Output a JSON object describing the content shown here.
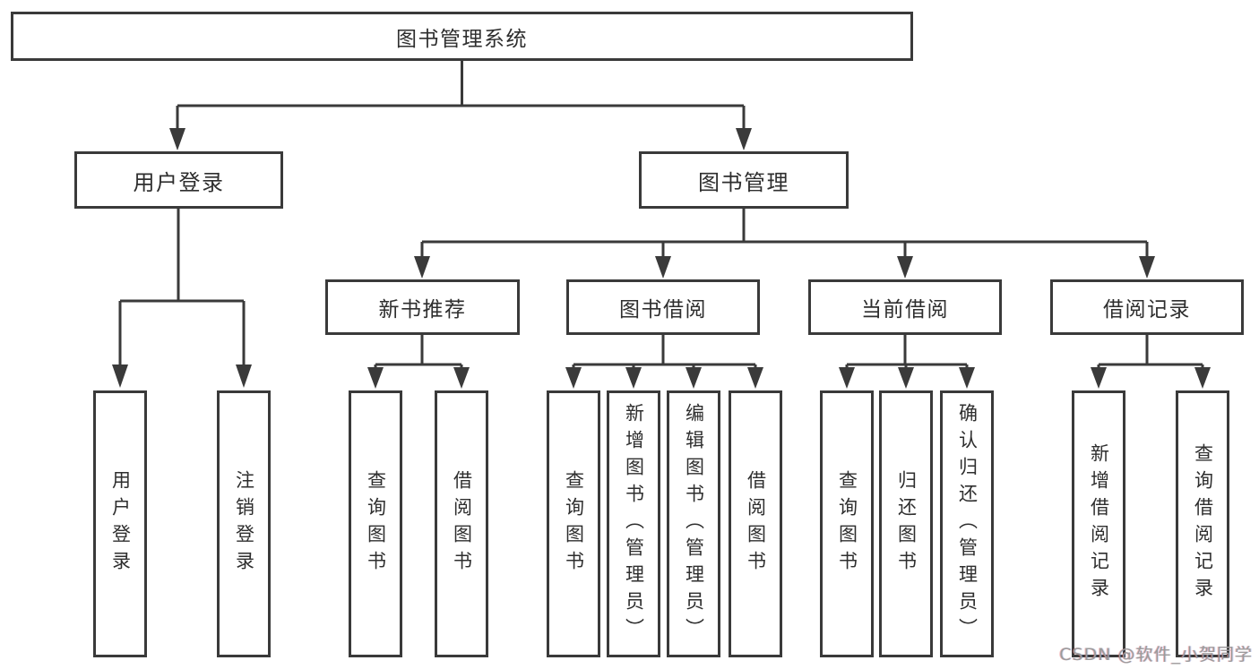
{
  "root": {
    "label": "图书管理系统"
  },
  "level2": [
    {
      "id": "user-login",
      "label": "用户登录"
    },
    {
      "id": "book-management",
      "label": "图书管理"
    }
  ],
  "level3": [
    {
      "id": "new-book-recommend",
      "parent": "图书管理",
      "label": "新书推荐"
    },
    {
      "id": "book-borrow",
      "parent": "图书管理",
      "label": "图书借阅"
    },
    {
      "id": "current-borrow",
      "parent": "图书管理",
      "label": "当前借阅"
    },
    {
      "id": "borrow-records",
      "parent": "图书管理",
      "label": "借阅记录"
    }
  ],
  "leaves": [
    {
      "parent": "用户登录",
      "label": "用户登录"
    },
    {
      "parent": "用户登录",
      "label": "注销登录"
    },
    {
      "parent": "新书推荐",
      "label": "查询图书"
    },
    {
      "parent": "新书推荐",
      "label": "借阅图书"
    },
    {
      "parent": "图书借阅",
      "label": "查询图书"
    },
    {
      "parent": "图书借阅",
      "label": "新增图书（管理员）"
    },
    {
      "parent": "图书借阅",
      "label": "编辑图书（管理员）"
    },
    {
      "parent": "图书借阅",
      "label": "借阅图书"
    },
    {
      "parent": "当前借阅",
      "label": "查询图书"
    },
    {
      "parent": "当前借阅",
      "label": "归还图书"
    },
    {
      "parent": "当前借阅",
      "label": "确认归还（管理员）"
    },
    {
      "parent": "借阅记录",
      "label": "新增借阅记录"
    },
    {
      "parent": "借阅记录",
      "label": "查询借阅记录"
    }
  ],
  "watermark": "CSDN @软件_小贺同学",
  "colors": {
    "background": "#ffffff",
    "line": "#3a3a3a",
    "box_border": "#3a3a3a",
    "text": "#2e2e2e",
    "watermark": "#9b9b9b"
  }
}
